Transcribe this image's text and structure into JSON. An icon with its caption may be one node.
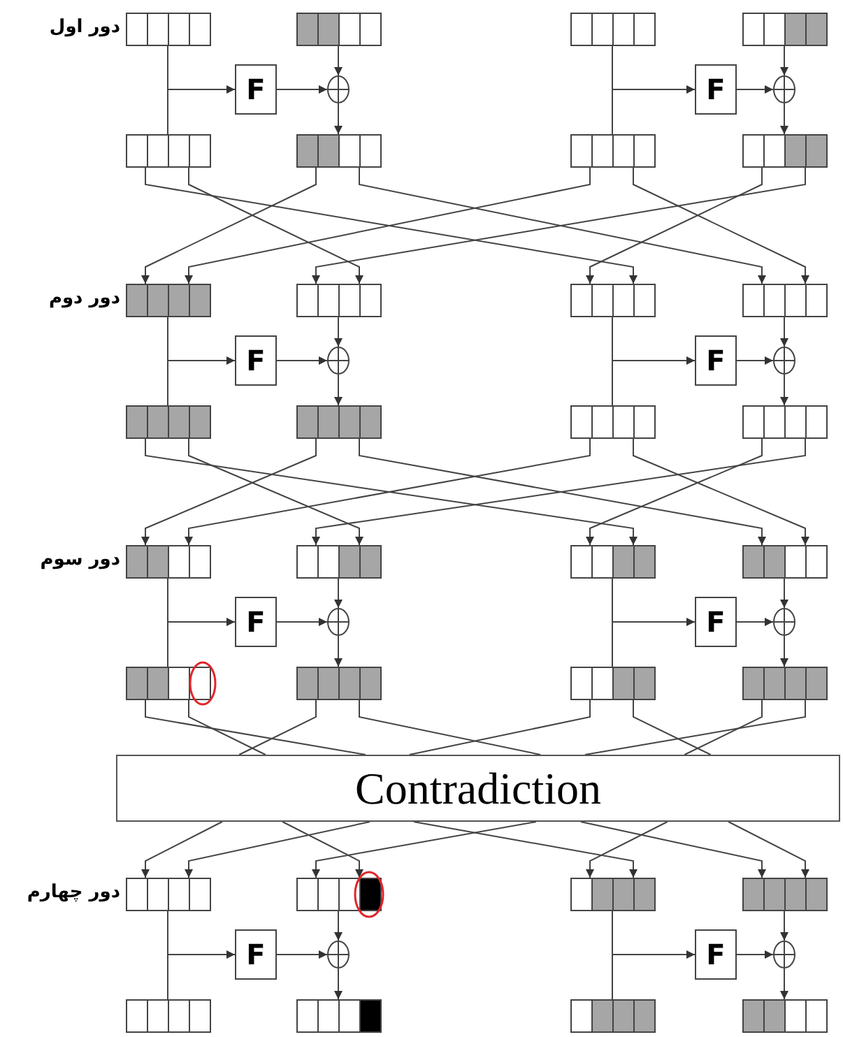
{
  "diagram": {
    "nodes": [
      {
        "text": [],
        "shape": "box"
      },
      {
        "text": [],
        "shape": "box"
      },
      {
        "text": [],
        "shape": "box"
      },
      {
        "text": [],
        "shape": "box"
      },
      {
        "text": [
          "F"
        ]
      },
      {
        "text": [],
        "shape": "circle"
      },
      {
        "text": [
          "F"
        ]
      },
      {
        "text": [],
        "shape": "circle"
      },
      {
        "text": [],
        "shape": "box"
      },
      {
        "text": [],
        "shape": "box"
      },
      {
        "text": [],
        "shape": "box"
      },
      {
        "text": [],
        "shape": "box"
      },
      {
        "text": [],
        "shape": "box"
      },
      {
        "text": [],
        "shape": "box"
      },
      {
        "text": [],
        "shape": "box"
      },
      {
        "text": [],
        "shape": "box"
      },
      {
        "text": [
          "F"
        ]
      },
      {
        "text": [],
        "shape": "circle"
      },
      {
        "text": [
          "F"
        ]
      },
      {
        "text": [],
        "shape": "circle"
      },
      {
        "text": [],
        "shape": "box"
      },
      {
        "text": [],
        "shape": "box"
      },
      {
        "text": [],
        "shape": "box"
      },
      {
        "text": [],
        "shape": "box"
      },
      {
        "text": [],
        "shape": "box"
      },
      {
        "text": [],
        "shape": "box"
      },
      {
        "text": [],
        "shape": "box"
      },
      {
        "text": [],
        "shape": "box"
      },
      {
        "text": [
          "F"
        ]
      },
      {
        "text": [],
        "shape": "circle"
      },
      {
        "text": [
          "F"
        ]
      },
      {
        "text": [],
        "shape": "circle"
      },
      {
        "text": [],
        "shape": "box"
      },
      {
        "text": [],
        "shape": "box"
      },
      {
        "text": [],
        "shape": "box"
      },
      {
        "text": [],
        "shape": "box"
      },
      {
        "text": [
          "Contradiction"
        ]
      },
      {
        "text": [],
        "shape": "box"
      },
      {
        "text": [],
        "shape": "box"
      },
      {
        "text": [],
        "shape": "box"
      },
      {
        "text": [],
        "shape": "box"
      },
      {
        "text": [
          "F"
        ]
      },
      {
        "text": [],
        "shape": "circle"
      },
      {
        "text": [
          "F"
        ]
      },
      {
        "text": [],
        "shape": "circle"
      },
      {
        "text": [],
        "shape": "box"
      },
      {
        "text": [],
        "shape": "box"
      },
      {
        "text": [],
        "shape": "box"
      },
      {
        "text": [],
        "shape": "box"
      }
    ],
    "edges": [
      {
        "from": 0,
        "to": 8,
        "arrow": "none"
      },
      {
        "from": 0,
        "to": 4,
        "arrow": "to"
      },
      {
        "from": 4,
        "to": 5,
        "arrow": "to"
      },
      {
        "from": 1,
        "to": 5,
        "arrow": "to"
      },
      {
        "from": 5,
        "to": 9,
        "arrow": "to"
      },
      {
        "from": 2,
        "to": 10,
        "arrow": "none"
      },
      {
        "from": 2,
        "to": 6,
        "arrow": "to"
      },
      {
        "from": 6,
        "to": 7,
        "arrow": "to"
      },
      {
        "from": 3,
        "to": 7,
        "arrow": "to"
      },
      {
        "from": 7,
        "to": 11,
        "arrow": "to"
      },
      {
        "from": 8,
        "to": 14,
        "arrow": "to"
      },
      {
        "from": 8,
        "to": 13,
        "arrow": "to"
      },
      {
        "from": 9,
        "to": 12,
        "arrow": "to"
      },
      {
        "from": 9,
        "to": 15,
        "arrow": "to"
      },
      {
        "from": 10,
        "to": 12,
        "arrow": "to"
      },
      {
        "from": 10,
        "to": 15,
        "arrow": "to"
      },
      {
        "from": 11,
        "to": 14,
        "arrow": "to"
      },
      {
        "from": 11,
        "to": 13,
        "arrow": "to"
      },
      {
        "from": 12,
        "to": 20,
        "arrow": "none"
      },
      {
        "from": 12,
        "to": 16,
        "arrow": "to"
      },
      {
        "from": 16,
        "to": 17,
        "arrow": "to"
      },
      {
        "from": 13,
        "to": 17,
        "arrow": "to"
      },
      {
        "from": 17,
        "to": 21,
        "arrow": "to"
      },
      {
        "from": 14,
        "to": 22,
        "arrow": "none"
      },
      {
        "from": 14,
        "to": 18,
        "arrow": "to"
      },
      {
        "from": 18,
        "to": 19,
        "arrow": "to"
      },
      {
        "from": 15,
        "to": 19,
        "arrow": "to"
      },
      {
        "from": 19,
        "to": 23,
        "arrow": "to"
      },
      {
        "from": 20,
        "to": 26,
        "arrow": "to"
      },
      {
        "from": 20,
        "to": 25,
        "arrow": "to"
      },
      {
        "from": 21,
        "to": 24,
        "arrow": "to"
      },
      {
        "from": 21,
        "to": 27,
        "arrow": "to"
      },
      {
        "from": 22,
        "to": 24,
        "arrow": "to"
      },
      {
        "from": 22,
        "to": 27,
        "arrow": "to"
      },
      {
        "from": 23,
        "to": 26,
        "arrow": "to"
      },
      {
        "from": 23,
        "to": 25,
        "arrow": "to"
      },
      {
        "from": 24,
        "to": 32,
        "arrow": "none"
      },
      {
        "from": 24,
        "to": 28,
        "arrow": "to"
      },
      {
        "from": 28,
        "to": 29,
        "arrow": "to"
      },
      {
        "from": 25,
        "to": 29,
        "arrow": "to"
      },
      {
        "from": 29,
        "to": 33,
        "arrow": "to"
      },
      {
        "from": 26,
        "to": 34,
        "arrow": "none"
      },
      {
        "from": 26,
        "to": 30,
        "arrow": "to"
      },
      {
        "from": 30,
        "to": 31,
        "arrow": "to"
      },
      {
        "from": 27,
        "to": 31,
        "arrow": "to"
      },
      {
        "from": 31,
        "to": 35,
        "arrow": "to"
      },
      {
        "from": 32,
        "to": 36,
        "arrow": "none"
      },
      {
        "from": 32,
        "to": 36,
        "arrow": "none"
      },
      {
        "from": 33,
        "to": 36,
        "arrow": "none"
      },
      {
        "from": 33,
        "to": 36,
        "arrow": "none"
      },
      {
        "from": 34,
        "to": 36,
        "arrow": "none"
      },
      {
        "from": 34,
        "to": 36,
        "arrow": "none"
      },
      {
        "from": 35,
        "to": 36,
        "arrow": "none"
      },
      {
        "from": 35,
        "to": 36,
        "arrow": "none"
      },
      {
        "from": 36,
        "to": 37,
        "arrow": "to"
      },
      {
        "from": 36,
        "to": 37,
        "arrow": "to"
      },
      {
        "from": 36,
        "to": 38,
        "arrow": "to"
      },
      {
        "from": 36,
        "to": 38,
        "arrow": "to"
      },
      {
        "from": 36,
        "to": 39,
        "arrow": "to"
      },
      {
        "from": 36,
        "to": 39,
        "arrow": "to"
      },
      {
        "from": 36,
        "to": 40,
        "arrow": "to"
      },
      {
        "from": 36,
        "to": 40,
        "arrow": "to"
      },
      {
        "from": 37,
        "to": 45,
        "arrow": "none"
      },
      {
        "from": 37,
        "to": 41,
        "arrow": "to"
      },
      {
        "from": 41,
        "to": 42,
        "arrow": "to"
      },
      {
        "from": 38,
        "to": 42,
        "arrow": "to"
      },
      {
        "from": 42,
        "to": 46,
        "arrow": "to"
      },
      {
        "from": 39,
        "to": 47,
        "arrow": "none"
      },
      {
        "from": 39,
        "to": 43,
        "arrow": "to"
      },
      {
        "from": 43,
        "to": 44,
        "arrow": "to"
      },
      {
        "from": 40,
        "to": 44,
        "arrow": "to"
      },
      {
        "from": 44,
        "to": 48,
        "arrow": "to"
      }
    ],
    "labels": [
      "دور اول",
      "دور دوم",
      "دور سوم",
      "دور چهارم"
    ]
  }
}
